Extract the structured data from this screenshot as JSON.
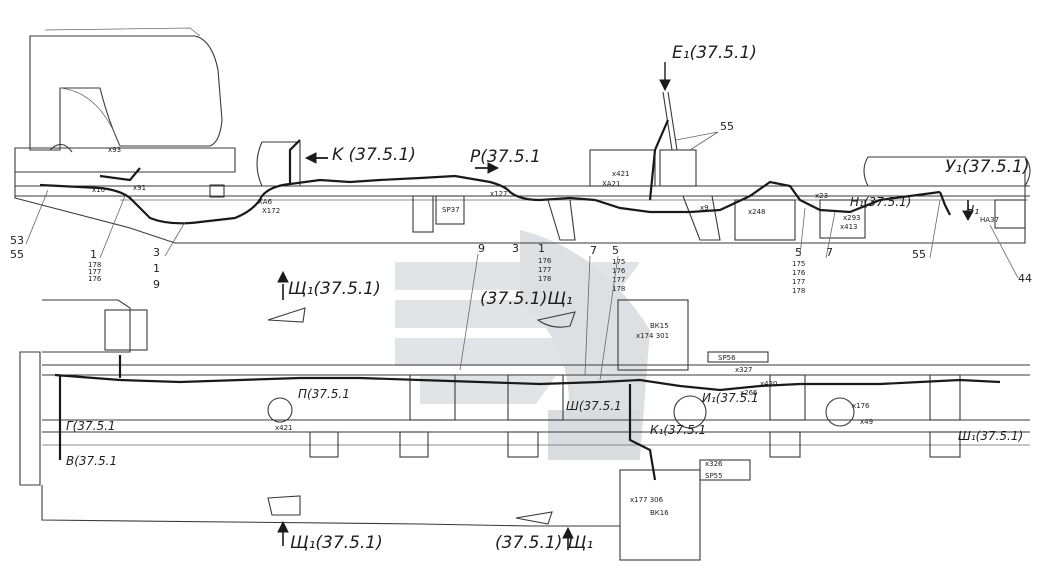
{
  "callouts": {
    "e1": "E₁(37.5.1)",
    "k": "K (37.5.1)",
    "p": "P(37.5.1",
    "u1": "У₁(37.5.1)",
    "n1": "Н₁(37.5.1)",
    "ch1": "Ч₁",
    "shch1_top": "Щ₁(37.5.1)",
    "shch1_mid": "(37.5.1)Щ₁",
    "shch1_bottom_left": "Щ₁(37.5.1)",
    "shch1_bottom_right": "(37.5.1) Щ₁",
    "pi": "П(37.5.1",
    "g": "Г(37.5.1",
    "v": "В(37.5.1",
    "sh": "Ш(37.5.1",
    "i1": "И₁(37.5.1",
    "k1": "К₁(37.5.1",
    "sh1": "Ш₁(37.5.1)"
  },
  "leaders": {
    "n55_top": "55",
    "n53": "53",
    "n55_left": "55",
    "n1_box": "1",
    "n178": "178",
    "n177": "177",
    "n176": "176",
    "n3": "3",
    "n1b": "1",
    "n9b": "9",
    "n9": "9",
    "n3b": "3",
    "n1c": "1",
    "n176b": "176",
    "n177b": "177",
    "n178b": "178",
    "n7": "7",
    "n5": "5",
    "n175": "175",
    "n176c": "176",
    "n177c": "177",
    "n178c": "178",
    "n5b": "5",
    "n175b": "175",
    "n176d": "176",
    "n177d": "177",
    "n178d": "178",
    "n7b": "7",
    "n55_right": "55",
    "n44": "44"
  },
  "small_labels": {
    "x93": "x93",
    "x10": "x10",
    "x91": "x91",
    "xa6": "XA6",
    "x172": "X172",
    "x127": "x127",
    "sp37": "SP37",
    "x421": "x421",
    "xa21": "XA21",
    "x248": "x248",
    "x9": "x9",
    "x23": "x23",
    "x293": "x293",
    "x413": "x413",
    "ha37": "HA37",
    "vk15": "ВК15",
    "x174_301": "x174  301",
    "sp56": "SP56",
    "x327": "x327",
    "x420": "x420",
    "x266": "x266",
    "x176": "x176",
    "x49": "x49",
    "x326": "x326",
    "sp55": "SP55",
    "x177_306": "x177  306",
    "vk16": "ВК16",
    "x421b": "x421"
  }
}
